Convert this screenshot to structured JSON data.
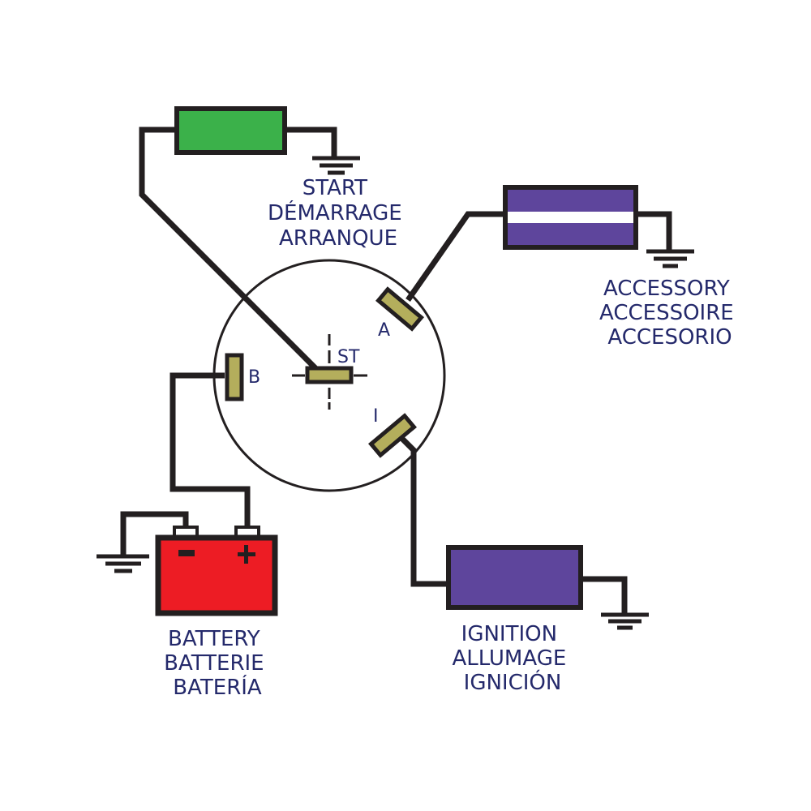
{
  "diagram": {
    "title": "Ignition switch wiring diagram",
    "colors": {
      "wire": "#231f20",
      "terminal": "#b4ae5c",
      "text": "#24296b",
      "start": "#3bb14a",
      "accessory": "#5e459c",
      "ignition": "#5e459c",
      "battery": "#ed1c24"
    },
    "switch_terminals": {
      "b": "B",
      "st": "ST",
      "a": "A",
      "i": "I"
    },
    "start": {
      "lines": [
        "START",
        "DÉMARRAGE",
        "ARRANQUE"
      ]
    },
    "accessory": {
      "lines": [
        "ACCESSORY",
        "ACCESSOIRE",
        "ACCESORIO"
      ]
    },
    "battery": {
      "lines": [
        "BATTERY",
        "BATTERIE",
        "BATERÍA"
      ],
      "neg": "−",
      "pos": "+"
    },
    "ignition": {
      "lines": [
        "IGNITION",
        "ALLUMAGE",
        "IGNICIÓN"
      ]
    }
  }
}
